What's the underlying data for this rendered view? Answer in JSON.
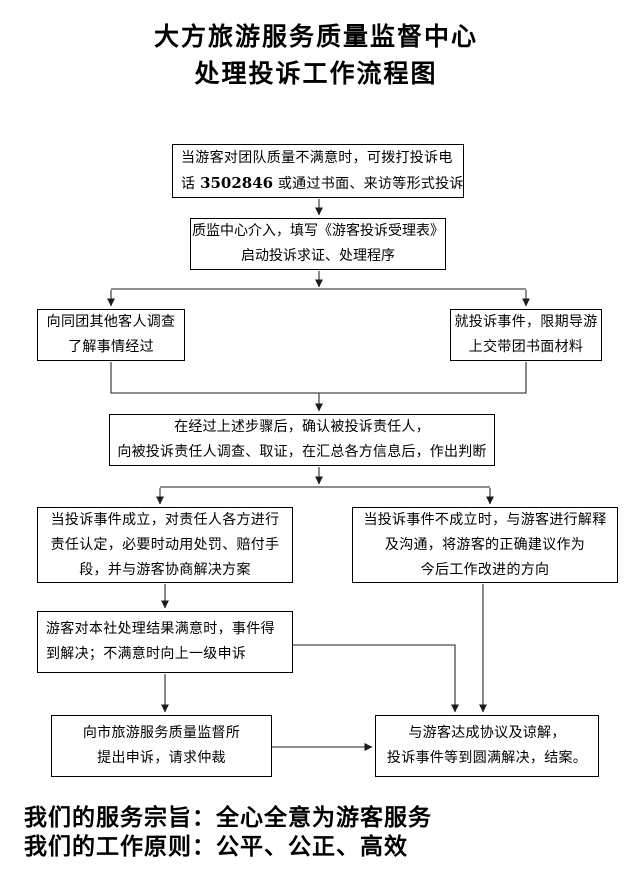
{
  "title": {
    "line1": "大方旅游服务质量监督中心",
    "line2": "处理投诉工作流程图"
  },
  "nodes": [
    {
      "name": "complaint-channels",
      "line1": "当游客对团队质量不满意时，可拨打投诉电",
      "line2_before": "话 ",
      "phone": "3502846",
      "line2_after": " 或通过书面、来访等形式投诉"
    },
    {
      "name": "center-intake",
      "lines": [
        "质监中心介入，填写《游客投诉受理表》",
        "启动投诉求证、处理程序"
      ]
    },
    {
      "name": "survey-other-guests",
      "lines": [
        "向同团其他客人调查",
        "了解事情经过"
      ]
    },
    {
      "name": "guide-written-materials",
      "lines": [
        "就投诉事件，限期导游",
        "上交带团书面材料"
      ]
    },
    {
      "name": "investigate-and-judge",
      "lines": [
        "在经过上述步骤后，确认被投诉责任人，",
        "向被投诉责任人调查、取证，在汇总各方信息后，作出判断"
      ]
    },
    {
      "name": "complaint-valid",
      "lines": [
        "当投诉事件成立，对责任人各方进行",
        "责任认定，必要时动用处罚、赔付手",
        "段，并与游客协商解决方案"
      ]
    },
    {
      "name": "complaint-invalid",
      "lines": [
        "当投诉事件不成立时，与游客进行解释",
        "及沟通，将游客的正确建议作为",
        "今后工作改进的方向"
      ]
    },
    {
      "name": "satisfaction-check",
      "lines": [
        "游客对本社处理结果满意时，事件得",
        "到解决；不满意时向上一级申诉"
      ]
    },
    {
      "name": "appeal-arbitration",
      "lines": [
        "向市旅游服务质量监督所",
        "提出申诉，请求仲裁"
      ]
    },
    {
      "name": "settlement-closed",
      "lines": [
        "与游客达成协议及谅解，",
        "投诉事件等到圆满解决，结案。"
      ]
    }
  ],
  "footer": {
    "line1": "我们的服务宗旨：全心全意为游客服务",
    "line2": "我们的工作原则：公平、公正、高效"
  },
  "colors": {
    "ink": "#000000",
    "connector": "#4a4a4a",
    "background": "#ffffff"
  }
}
